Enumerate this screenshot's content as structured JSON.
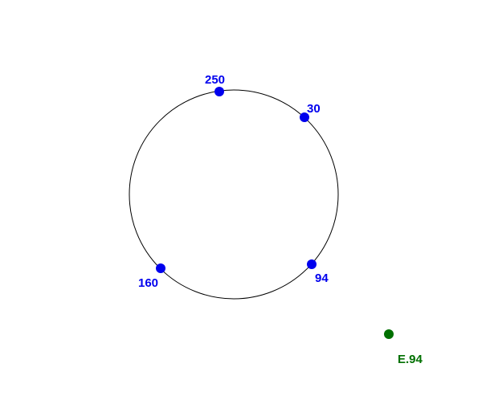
{
  "colors": {
    "circle_stroke": "#000000",
    "circle_points": "#0000ee",
    "external_point": "#007000"
  },
  "circle_points": [
    {
      "label": "250"
    },
    {
      "label": "30"
    },
    {
      "label": "94"
    },
    {
      "label": "160"
    }
  ],
  "external_point": {
    "label": "E.94"
  }
}
